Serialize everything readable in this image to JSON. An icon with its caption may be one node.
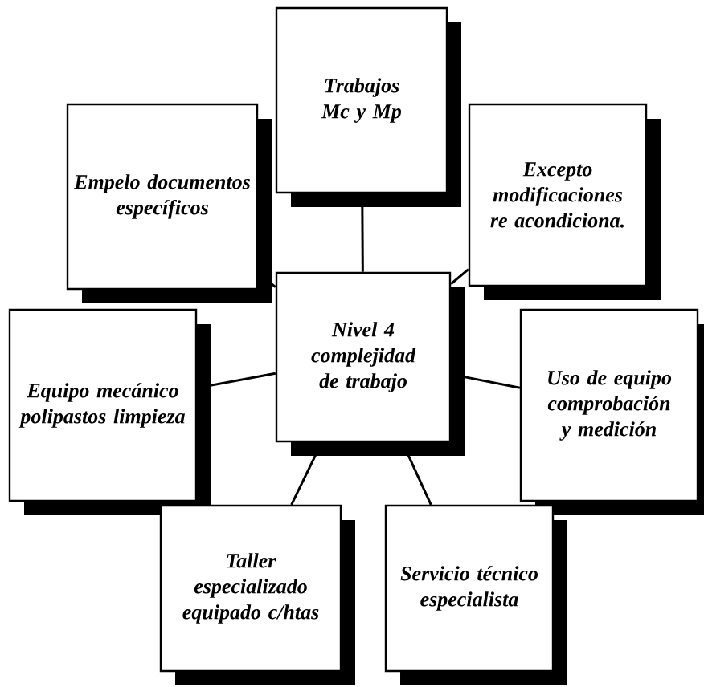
{
  "diagram": {
    "nodes": [
      {
        "text": [
          "Trabajos Mc y Mp"
        ]
      },
      {
        "text": [
          "Empelo documentos específicos"
        ]
      },
      {
        "text": [
          "Excepto modificaciones re acondiciona."
        ]
      },
      {
        "text": [
          "Nivel 4 complejidad de trabajo"
        ]
      },
      {
        "text": [
          "Equipo mecánico polipastos limpieza"
        ]
      },
      {
        "text": [
          "Uso de equipo comprobación y medición"
        ]
      },
      {
        "text": [
          "Taller especializado equipado c/htas"
        ]
      },
      {
        "text": [
          "Servicio técnico especialista"
        ]
      }
    ],
    "edges": [
      {
        "from": 3,
        "to": 0,
        "arrow": "none"
      },
      {
        "from": 3,
        "to": 1,
        "arrow": "none"
      },
      {
        "from": 3,
        "to": 2,
        "arrow": "none"
      },
      {
        "from": 3,
        "to": 4,
        "arrow": "none"
      },
      {
        "from": 3,
        "to": 5,
        "arrow": "none"
      },
      {
        "from": 3,
        "to": 6,
        "arrow": "none"
      },
      {
        "from": 3,
        "to": 7,
        "arrow": "none"
      }
    ]
  }
}
